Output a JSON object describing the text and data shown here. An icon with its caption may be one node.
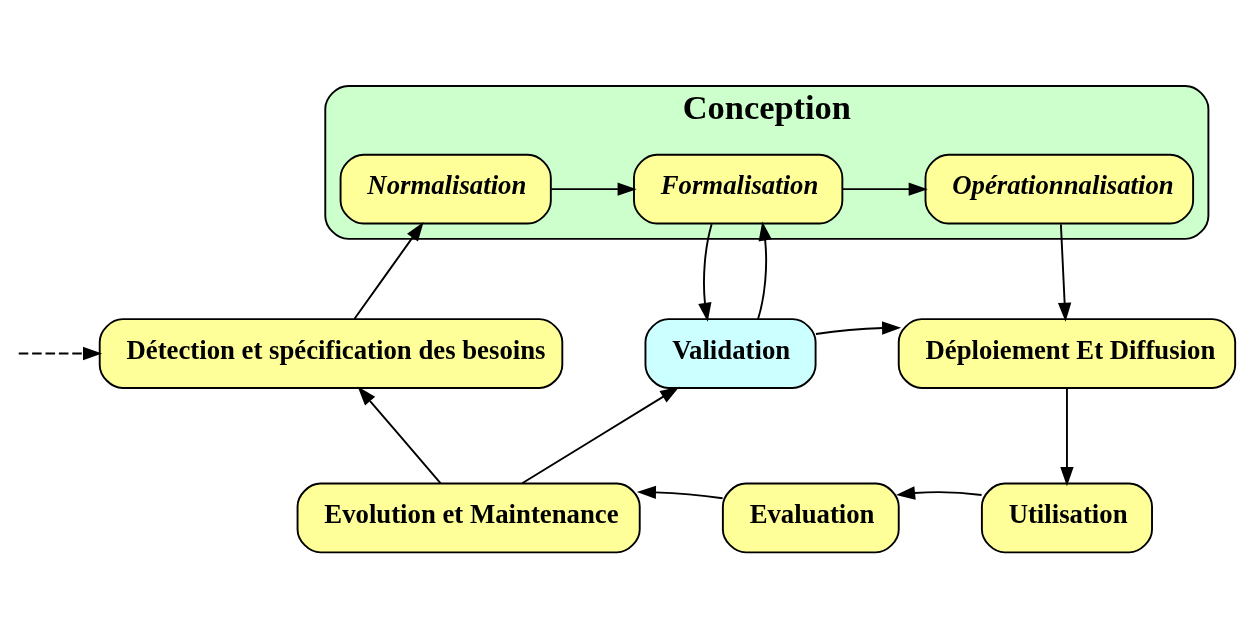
{
  "diagram": {
    "nodes": [
      {
        "text": [
          "Conception"
        ]
      },
      {
        "text": [
          "Normalisation"
        ],
        "in": 0
      },
      {
        "text": [
          "Formalisation"
        ],
        "in": 0
      },
      {
        "text": [
          "Opérationnalisation"
        ],
        "in": 0
      },
      {
        "text": [
          "Détection et spécification des besoins"
        ]
      },
      {
        "text": [
          "Validation"
        ]
      },
      {
        "text": [
          "Déploiement Et Diffusion"
        ]
      },
      {
        "text": [
          "Evolution et Maintenance"
        ]
      },
      {
        "text": [
          "Evaluation"
        ]
      },
      {
        "text": [
          "Utilisation"
        ]
      }
    ],
    "edges": [
      {
        "from": null,
        "to": 4,
        "arrow": "to",
        "style": "dashed"
      },
      {
        "from": 1,
        "to": 2,
        "arrow": "to"
      },
      {
        "from": 2,
        "to": 3,
        "arrow": "to"
      },
      {
        "from": 4,
        "to": 1,
        "arrow": "to"
      },
      {
        "from": 3,
        "to": 6,
        "arrow": "to"
      },
      {
        "from": 2,
        "to": 5,
        "arrow": "to"
      },
      {
        "from": 5,
        "to": 2,
        "arrow": "to"
      },
      {
        "from": 5,
        "to": 6,
        "arrow": "to"
      },
      {
        "from": 6,
        "to": 9,
        "arrow": "to"
      },
      {
        "from": 9,
        "to": 8,
        "arrow": "to"
      },
      {
        "from": 8,
        "to": 7,
        "arrow": "to"
      },
      {
        "from": 7,
        "to": 4,
        "arrow": "to"
      },
      {
        "from": 7,
        "to": 5,
        "arrow": "to"
      }
    ]
  }
}
